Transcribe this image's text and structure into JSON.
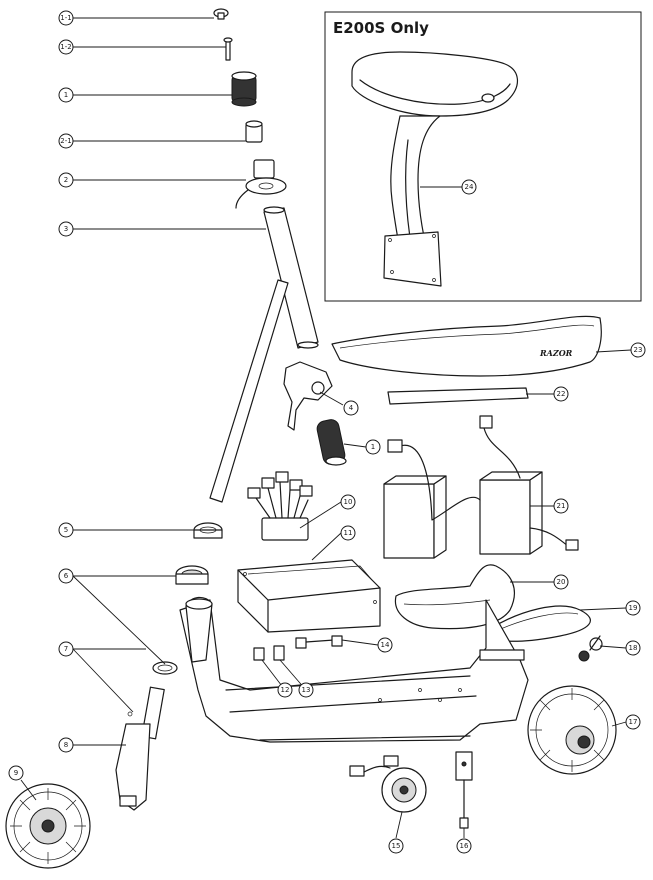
{
  "inset": {
    "title": "E200S Only"
  },
  "deck_logo": "RAZOR",
  "callouts": [
    {
      "id": "1-1",
      "label": "1-1"
    },
    {
      "id": "1-2",
      "label": "1-2"
    },
    {
      "id": "1a",
      "label": "1"
    },
    {
      "id": "2-1",
      "label": "2-1"
    },
    {
      "id": "2",
      "label": "2"
    },
    {
      "id": "3",
      "label": "3"
    },
    {
      "id": "4",
      "label": "4"
    },
    {
      "id": "1b",
      "label": "1"
    },
    {
      "id": "5",
      "label": "5"
    },
    {
      "id": "6",
      "label": "6"
    },
    {
      "id": "7",
      "label": "7"
    },
    {
      "id": "8",
      "label": "8"
    },
    {
      "id": "9",
      "label": "9"
    },
    {
      "id": "10",
      "label": "10"
    },
    {
      "id": "11",
      "label": "11"
    },
    {
      "id": "12",
      "label": "12"
    },
    {
      "id": "13",
      "label": "13"
    },
    {
      "id": "14",
      "label": "14"
    },
    {
      "id": "15",
      "label": "15"
    },
    {
      "id": "16",
      "label": "16"
    },
    {
      "id": "17",
      "label": "17"
    },
    {
      "id": "18",
      "label": "18"
    },
    {
      "id": "19",
      "label": "19"
    },
    {
      "id": "20",
      "label": "20"
    },
    {
      "id": "21",
      "label": "21"
    },
    {
      "id": "22",
      "label": "22"
    },
    {
      "id": "23",
      "label": "23"
    },
    {
      "id": "24",
      "label": "24"
    }
  ]
}
